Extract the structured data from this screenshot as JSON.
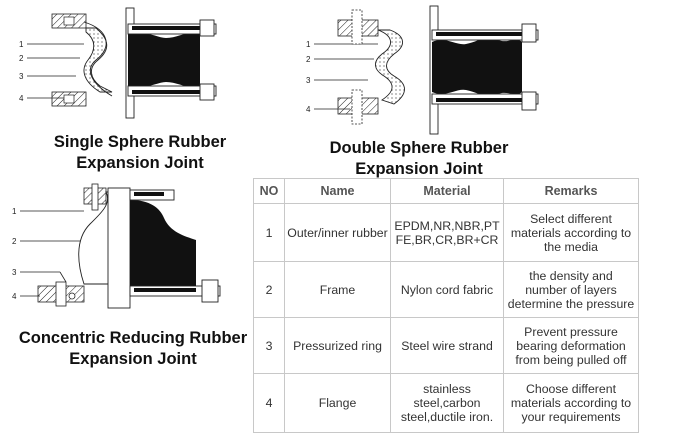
{
  "captions": {
    "single": [
      "Single Sphere Rubber",
      "Expansion Joint"
    ],
    "double": [
      "Double Sphere Rubber",
      "Expansion Joint"
    ],
    "concentric": [
      "Concentric Reducing Rubber",
      "Expansion Joint"
    ]
  },
  "callouts": {
    "single": [
      "1",
      "2",
      "3",
      "4"
    ],
    "double": [
      "1",
      "2",
      "3",
      "4"
    ],
    "concentric": [
      "1",
      "2",
      "3",
      "4"
    ]
  },
  "table": {
    "headers": [
      "NO",
      "Name",
      "Material",
      "Remarks"
    ],
    "rows": [
      {
        "no": "1",
        "name": "Outer/inner rubber",
        "material": [
          "EPDM,NR,NBR,PT",
          "FE,BR,CR,BR+CR"
        ],
        "remarks": [
          "Select different",
          "materials according to",
          "the media"
        ]
      },
      {
        "no": "2",
        "name": "Frame",
        "material": [
          "Nylon cord fabric"
        ],
        "remarks": [
          "the density and",
          "number of layers",
          "determine the pressure"
        ]
      },
      {
        "no": "3",
        "name": "Pressurized ring",
        "material": [
          "Steel wire strand"
        ],
        "remarks": [
          "Prevent pressure",
          "bearing deformation",
          "from being pulled off"
        ]
      },
      {
        "no": "4",
        "name": "Flange",
        "material": [
          "stainless",
          "steel,carbon",
          "steel,ductile iron."
        ],
        "remarks": [
          "Choose different",
          "materials according to",
          "your requirements"
        ]
      }
    ]
  }
}
